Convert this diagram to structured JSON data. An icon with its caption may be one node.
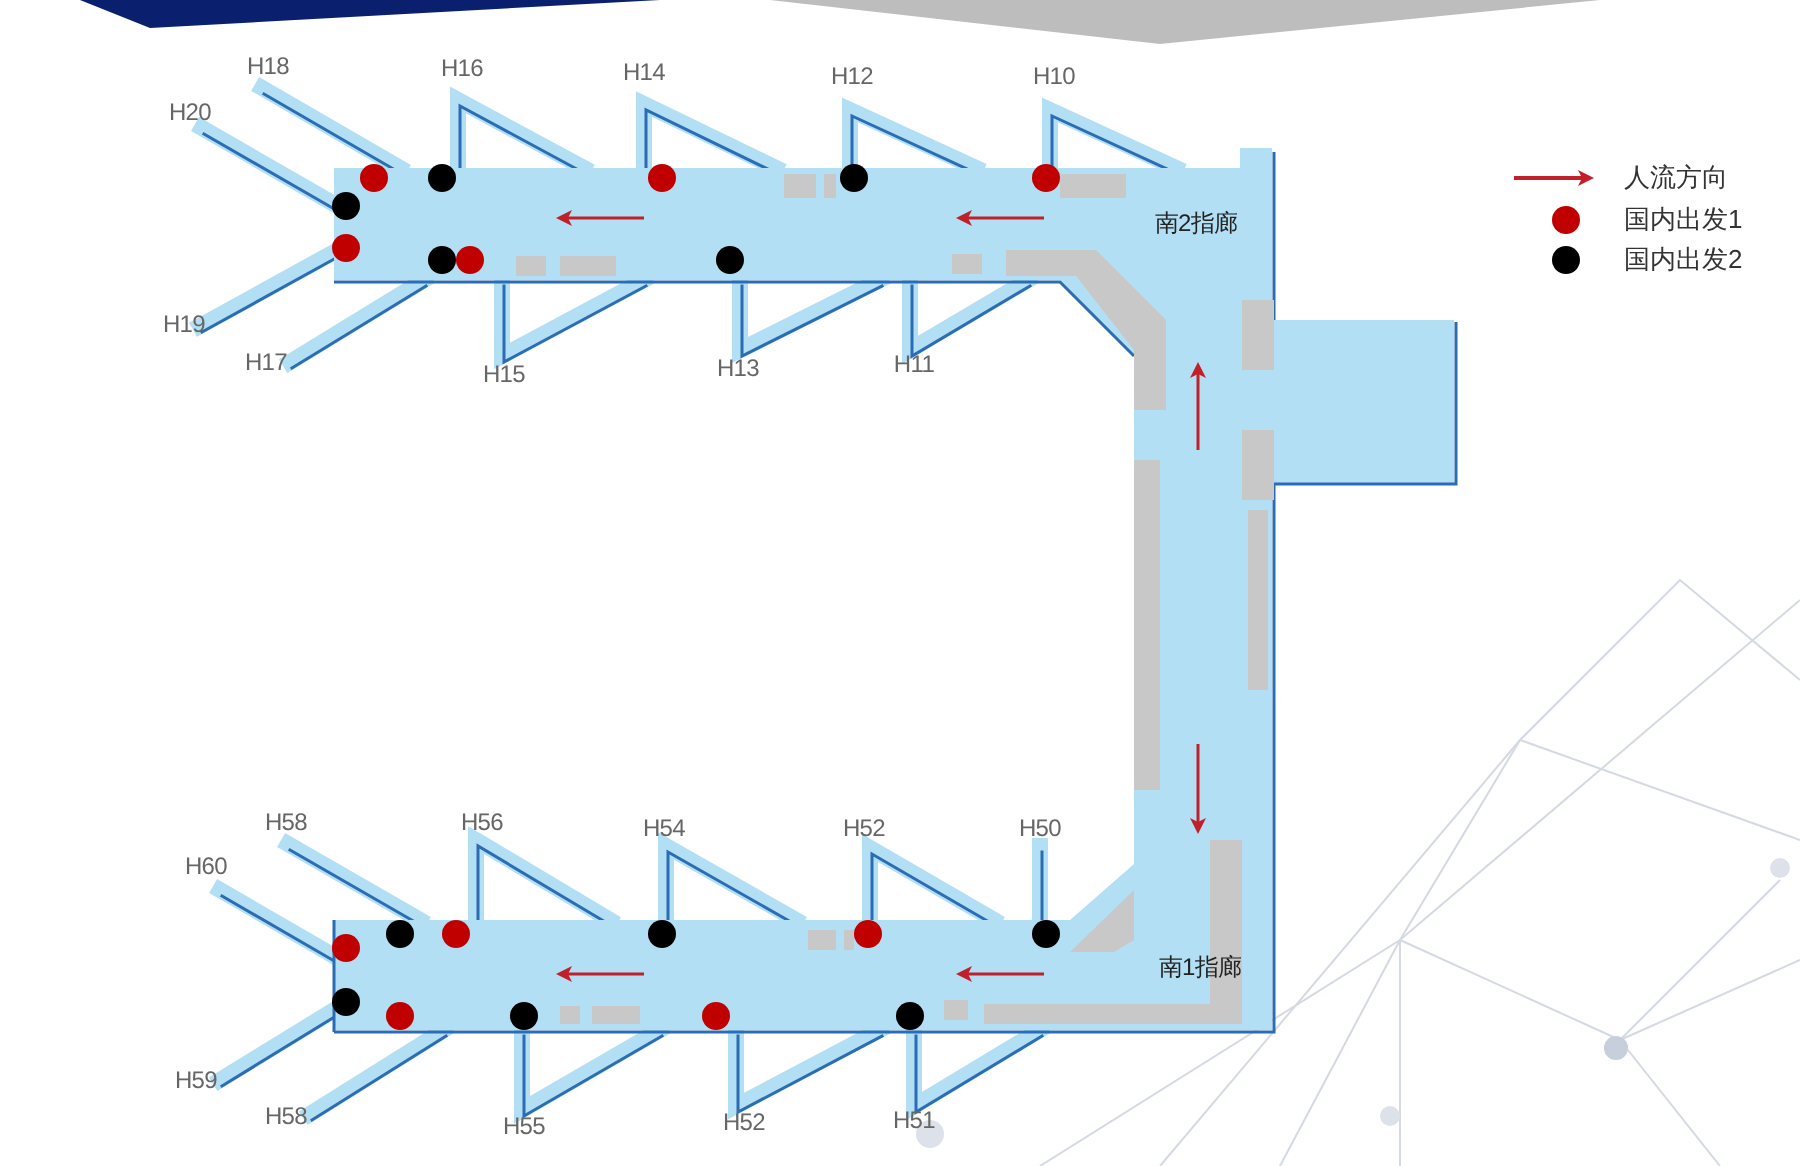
{
  "diagram": {
    "labels": [
      "H18",
      "H16",
      "H14",
      "H12",
      "H10",
      "H20",
      "南2指廊",
      "H19",
      "H17",
      "H15",
      "H13",
      "H11",
      "H58",
      "H56",
      "H54",
      "H52",
      "H50",
      "H60",
      "南1指廊",
      "H59",
      "H58",
      "H55",
      "H52",
      "H51"
    ],
    "legend": [
      {
        "text": "人流方向"
      },
      {
        "text": "国内出发1",
        "color": "#c00000"
      },
      {
        "text": "国内出发2",
        "color": "#000000"
      }
    ]
  }
}
